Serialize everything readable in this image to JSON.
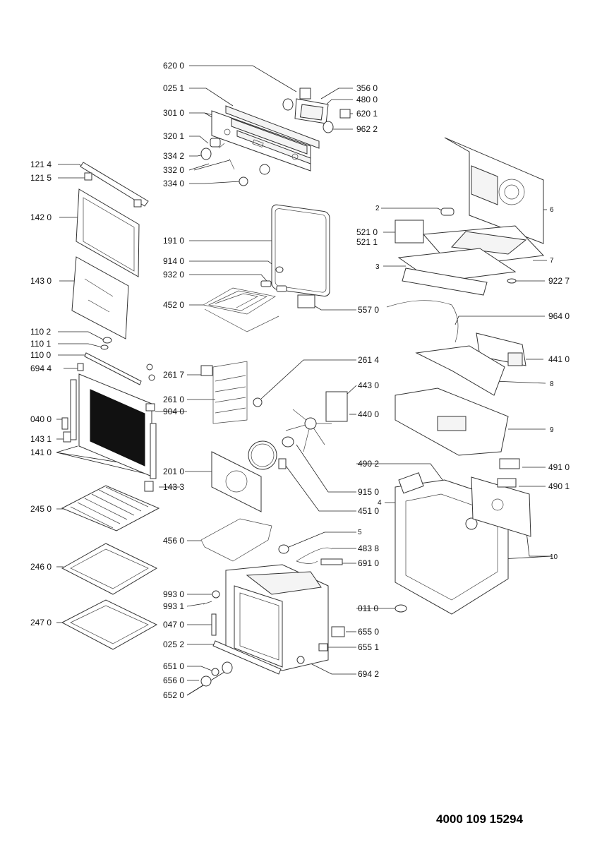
{
  "document_number": "4000 109 15294",
  "callouts": {
    "c620_0": "620 0",
    "c025_1": "025 1",
    "c301_0": "301 0",
    "c320_1": "320 1",
    "c334_2": "334 2",
    "c332_0": "332 0",
    "c334_0": "334 0",
    "c356_0": "356 0",
    "c480_0": "480 0",
    "c620_1": "620 1",
    "c962_2": "962 2",
    "c121_4": "121 4",
    "c121_5": "121 5",
    "c142_0": "142 0",
    "c143_0": "143 0",
    "c110_2": "110 2",
    "c110_1": "110 1",
    "c110_0": "110 0",
    "c694_4": "694 4",
    "c040_0": "040 0",
    "c143_1": "143 1",
    "c141_0": "141 0",
    "c143_3": "143 3",
    "c191_0": "191 0",
    "c914_0": "914 0",
    "c932_0": "932 0",
    "c452_0": "452 0",
    "c557_0": "557 0",
    "c964_0": "964 0",
    "c2": "2",
    "c521_0": "521 0",
    "c521_1": "521 1",
    "c3": "3",
    "c6": "6",
    "c7": "7",
    "c922_7": "922 7",
    "c261_7": "261 7",
    "c261_0": "261 0",
    "c904_0": "904 0",
    "c261_4": "261 4",
    "c443_0": "443 0",
    "c440_0": "440 0",
    "c441_0": "441 0",
    "c8": "8",
    "c9": "9",
    "c201_0": "201 0",
    "c915_0": "915 0",
    "c451_0": "451 0",
    "c490_2": "490 2",
    "c491_0": "491 0",
    "c490_1": "490 1",
    "c4": "4",
    "c10": "10",
    "c245_0": "245 0",
    "c246_0": "246 0",
    "c247_0": "247 0",
    "c456_0": "456 0",
    "c5": "5",
    "c483_8": "483 8",
    "c691_0": "691 0",
    "c993_0": "993 0",
    "c993_1": "993 1",
    "c047_0": "047 0",
    "c025_2": "025 2",
    "c011_0": "011 0",
    "c655_0": "655 0",
    "c655_1": "655 1",
    "c694_2": "694 2",
    "c651_0": "651 0",
    "c656_0": "656 0",
    "c652_0": "652 0"
  }
}
